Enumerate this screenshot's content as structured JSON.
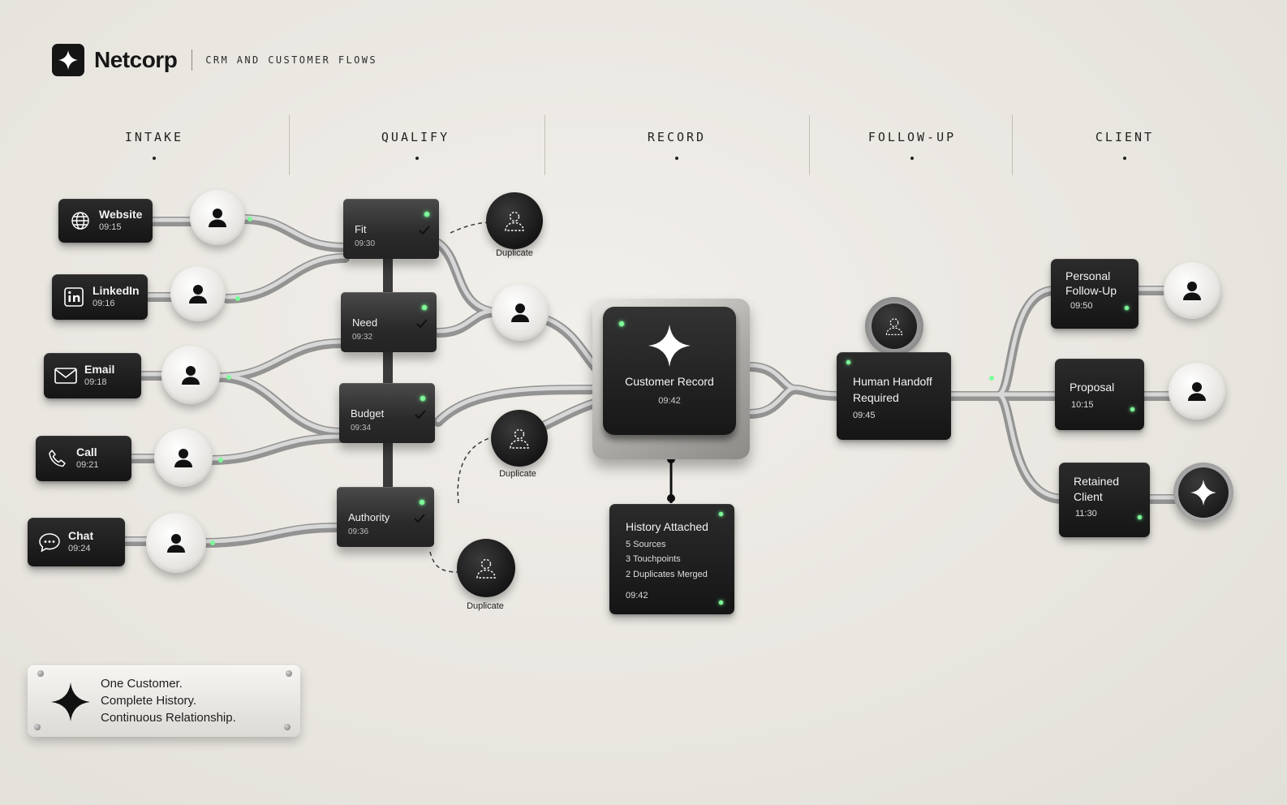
{
  "brand": {
    "name": "Netcorp",
    "subtitle": "CRM AND CUSTOMER FLOWS",
    "icon": "four-point-star-icon"
  },
  "stages": [
    "INTAKE",
    "QUALIFY",
    "RECORD",
    "FOLLOW-UP",
    "CLIENT"
  ],
  "sources": [
    {
      "label": "Website",
      "time": "09:15",
      "icon": "globe-icon"
    },
    {
      "label": "LinkedIn",
      "time": "09:16",
      "icon": "linkedin-icon"
    },
    {
      "label": "Email",
      "time": "09:18",
      "icon": "envelope-icon"
    },
    {
      "label": "Call",
      "time": "09:21",
      "icon": "phone-icon"
    },
    {
      "label": "Chat",
      "time": "09:24",
      "icon": "chat-bubble-icon"
    }
  ],
  "qualify": [
    {
      "label": "Fit",
      "time": "09:30"
    },
    {
      "label": "Need",
      "time": "09:32"
    },
    {
      "label": "Budget",
      "time": "09:34"
    },
    {
      "label": "Authority",
      "time": "09:36"
    }
  ],
  "duplicate_label": "Duplicate",
  "record": {
    "title": "Customer Record",
    "time": "09:42"
  },
  "history": {
    "title": "History Attached",
    "lines": [
      "5 Sources",
      "3 Touchpoints",
      "2 Duplicates Merged"
    ],
    "time": "09:42"
  },
  "handoff": {
    "line1": "Human Handoff",
    "line2": "Required",
    "time": "09:45"
  },
  "followups": [
    {
      "line1": "Personal",
      "line2": "Follow-Up",
      "time": "09:50"
    },
    {
      "line1": "Proposal",
      "line2": "",
      "time": "10:15"
    },
    {
      "line1": "Retained",
      "line2": "Client",
      "time": "11:30"
    }
  ],
  "plaque": [
    "One Customer.",
    "Complete History.",
    "Continuous Relationship."
  ],
  "colors": {
    "card": "#1c1c1c",
    "led": "#7dff9a",
    "background": "#ece9e4"
  }
}
